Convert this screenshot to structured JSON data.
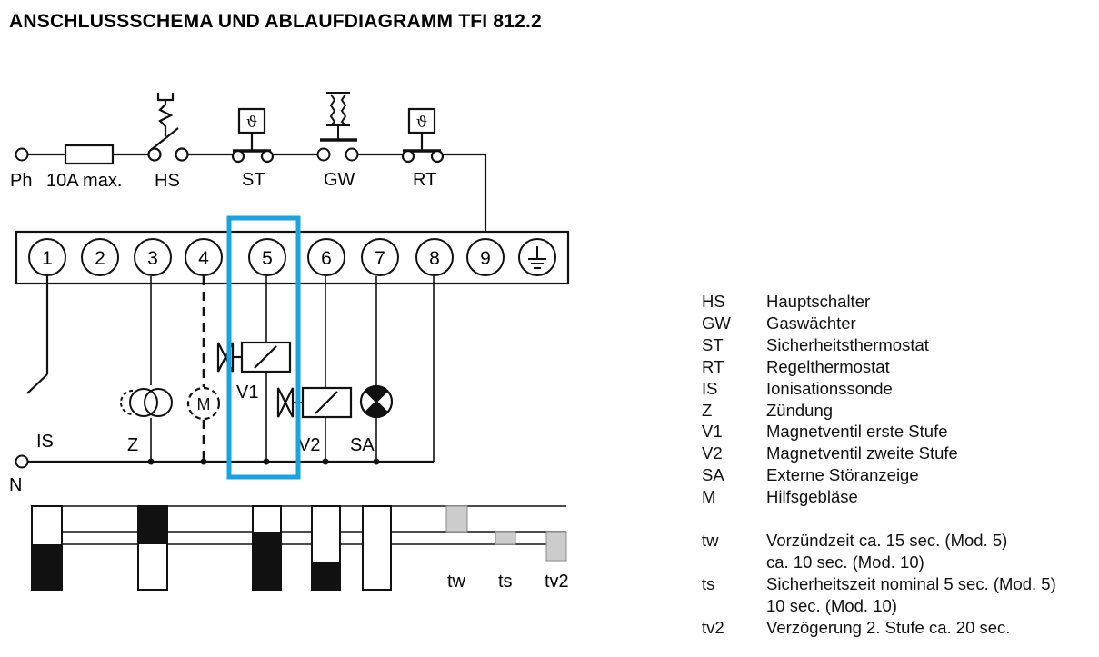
{
  "title": "ANSCHLUSSSCHEMA UND ABLAUFDIAGRAMM TFI 812.2",
  "supply_labels": {
    "phase": "Ph",
    "fuse": "10A max.",
    "hs": "HS",
    "st": "ST",
    "gw": "GW",
    "rt": "RT",
    "neutral": "N"
  },
  "terminals": [
    "1",
    "2",
    "3",
    "4",
    "5",
    "6",
    "7",
    "8",
    "9"
  ],
  "device_labels": {
    "is": "IS",
    "z": "Z",
    "m": "M",
    "v1": "V1",
    "v2": "V2",
    "sa": "SA"
  },
  "timing_labels": {
    "tw": "tw",
    "ts": "ts",
    "tv2": "tv2"
  },
  "legend": {
    "items": [
      {
        "abbr": "HS",
        "desc": "Hauptschalter"
      },
      {
        "abbr": "GW",
        "desc": "Gaswächter"
      },
      {
        "abbr": "ST",
        "desc": "Sicherheitsthermostat"
      },
      {
        "abbr": "RT",
        "desc": "Regelthermostat"
      },
      {
        "abbr": "IS",
        "desc": "Ionisationssonde"
      },
      {
        "abbr": "Z",
        "desc": "Zündung"
      },
      {
        "abbr": "V1",
        "desc": "Magnetventil erste Stufe"
      },
      {
        "abbr": "V2",
        "desc": "Magnetventil zweite Stufe"
      },
      {
        "abbr": "SA",
        "desc": "Externe Störanzeige"
      },
      {
        "abbr": "M",
        "desc": "Hilfsgebläse"
      }
    ],
    "timing": [
      {
        "abbr": "tw",
        "lines": [
          "Vorzündzeit ca. 15 sec. (Mod. 5)",
          "ca. 10 sec. (Mod. 10)"
        ]
      },
      {
        "abbr": "ts",
        "lines": [
          "Sicherheitszeit nominal 5 sec. (Mod. 5)",
          "10 sec. (Mod. 10)"
        ]
      },
      {
        "abbr": "tv2",
        "lines": [
          "Verzögerung 2. Stufe ca. 20 sec."
        ]
      }
    ]
  },
  "colors": {
    "line": "#111111",
    "highlight": "#1aa3e0",
    "timing_gray": "#cccccc"
  }
}
